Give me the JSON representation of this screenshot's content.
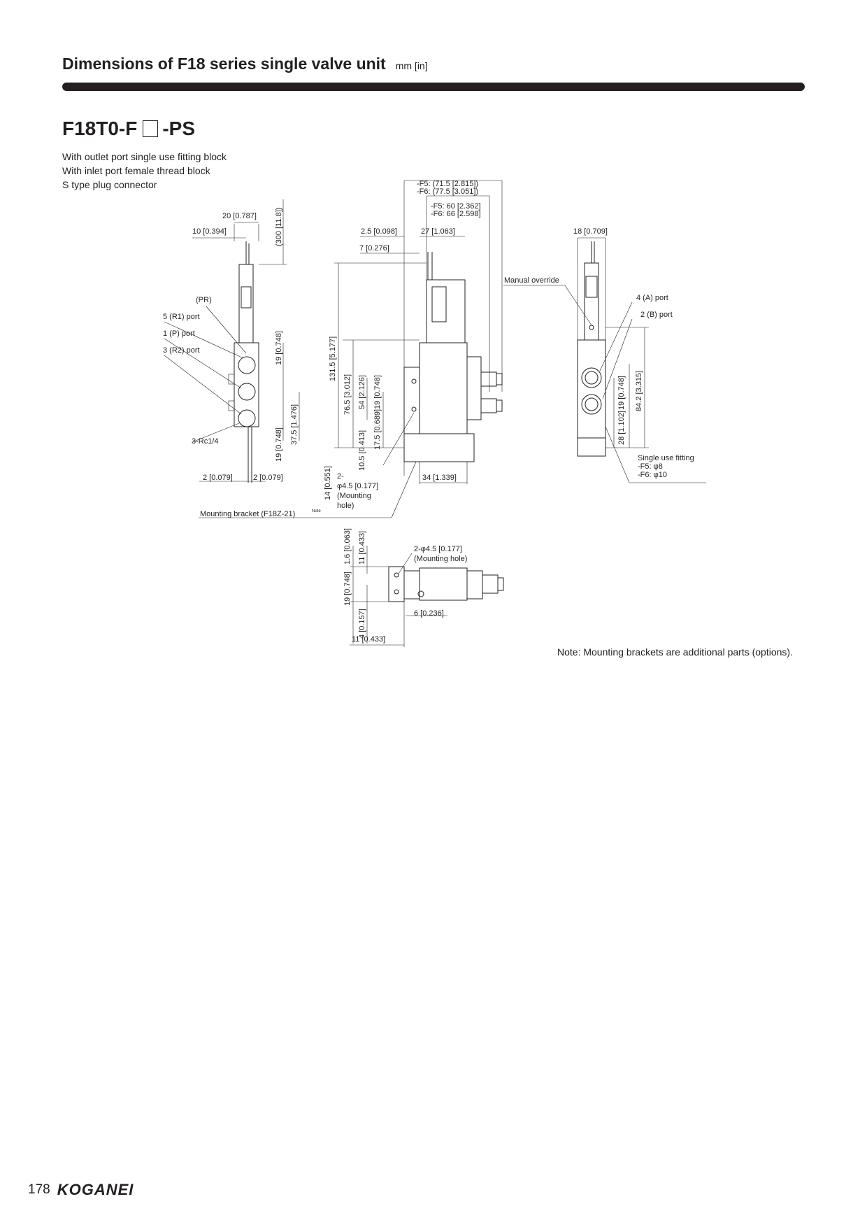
{
  "header": {
    "title": "Dimensions of F18 series single valve unit",
    "unit": "mm [in]"
  },
  "model": {
    "prefix": "F18T0-F",
    "suffix": "-PS"
  },
  "description": [
    "With outlet port single use fitting block",
    "With inlet port female thread block",
    "S type plug connector"
  ],
  "drawing_labels": {
    "d_20": "20 [0.787]",
    "d_300": "(300 [11.8])",
    "d_10": "10 [0.394]",
    "pr": "(PR)",
    "r1": "5 (R1) port",
    "p": "1 (P) port",
    "r2": "3 (R2) port",
    "rc": "3-Rc1/4",
    "d_19a": "19 [0.748]",
    "d_375": "37.5 [1.476]",
    "d_19b": "19 [0.748]",
    "d_2a": "2 [0.079]",
    "d_2b": "2 [0.079]",
    "bracket": "Mounting bracket (F18Z-21)",
    "bracket_note": "Note",
    "f5_overall": "-F5: (71.5 [2.815])",
    "f6_overall": "-F6: (77.5 [3.051])",
    "f5_60": "-F5: 60 [2.362]",
    "f6_66": "-F6: 66 [2.598]",
    "d_25": "2.5 [0.098]",
    "d_27": "27 [1.063]",
    "d_7": "7 [0.276]",
    "d_1315": "131.5 [5.177]",
    "d_765": "76.5 [3.012]",
    "d_54": "54 [2.126]",
    "d_19c": "19 [0.748]",
    "d_175": "17.5 [0.689]",
    "d_105": "10.5 [0.413]",
    "d_14": "14 [0.551]",
    "hole_a": "2-",
    "hole_b": "φ4.5 [0.177]",
    "hole_c": "(Mounting",
    "hole_d": "hole)",
    "d_34": "34 [1.339]",
    "manual": "Manual override",
    "d_18": "18 [0.709]",
    "a_port": "4 (A) port",
    "b_port": "2 (B) port",
    "d_28": "28 [1.102]",
    "d_19d": "19 [0.748]",
    "d_842": "84.2 [3.315]",
    "fit_a": "Single use fitting",
    "fit_b": "-F5: φ8",
    "fit_c": "-F6: φ10",
    "d_16": "1.6 [0.063]",
    "d_11a": "11 [0.433]",
    "d_19e": "19 [0.748]",
    "d_4": "4 [0.157]",
    "d_11b": "11 [0.433]",
    "hole2_a": "2-φ4.5 [0.177]",
    "hole2_b": "(Mounting hole)",
    "d_6": "6 [0.236]"
  },
  "note": "Note: Mounting brackets are additional parts (options).",
  "footer": {
    "page": "178",
    "logo": "KOGANEI"
  }
}
